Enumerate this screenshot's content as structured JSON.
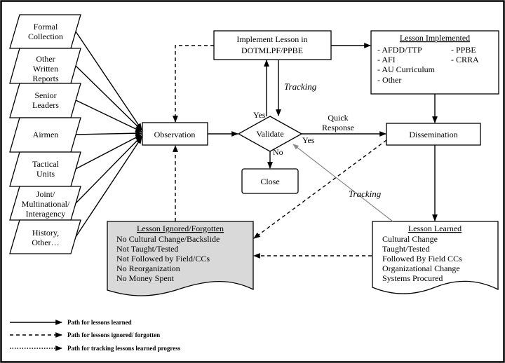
{
  "sources": [
    "Formal Collection",
    "Other Written Reports",
    "Senior Leaders",
    "Airmen",
    "Tactical Units",
    "Joint/ Multinational/ Interagency",
    "History, Other…"
  ],
  "implement": [
    "Implement Lesson in",
    "DOTMLPF/PPBE"
  ],
  "implemented": {
    "title": "Lesson Implemented",
    "col1": [
      "- AFDD/TTP",
      "- AFI",
      "- AU Curriculum",
      "- Other"
    ],
    "col2": [
      "- PPBE",
      "- CRRA"
    ]
  },
  "observation": "Observation",
  "validate": "Validate",
  "close": "Close",
  "dissemination": "Dissemination",
  "labels": {
    "tracking": "Tracking",
    "yes": "Yes",
    "no": "No",
    "quick_response": [
      "Quick",
      "Response"
    ]
  },
  "learned": {
    "title": "Lesson Learned",
    "items": [
      "Cultural Change",
      "Taught/Tested",
      "Followed By Field CCs",
      "Organizational Change",
      "Systems Procured"
    ]
  },
  "ignored": {
    "title": "Lesson Ignored/Forgotten",
    "items": [
      "No Cultural Change/Backslide",
      "Not Taught/Tested",
      "Not Followed by Field/CCs",
      "No Reorganization",
      "No Money Spent"
    ]
  },
  "legend": [
    {
      "style": "solid",
      "label": "Path for lessons learned"
    },
    {
      "style": "dashed",
      "label": "Path for lessons ignored/ forgotten"
    },
    {
      "style": "dotted",
      "label": "Path for tracking lessons learned progress"
    }
  ],
  "colors": {
    "ignored_fill": "#d9d9d9",
    "line": "#000000",
    "tracking_line": "#888888"
  }
}
